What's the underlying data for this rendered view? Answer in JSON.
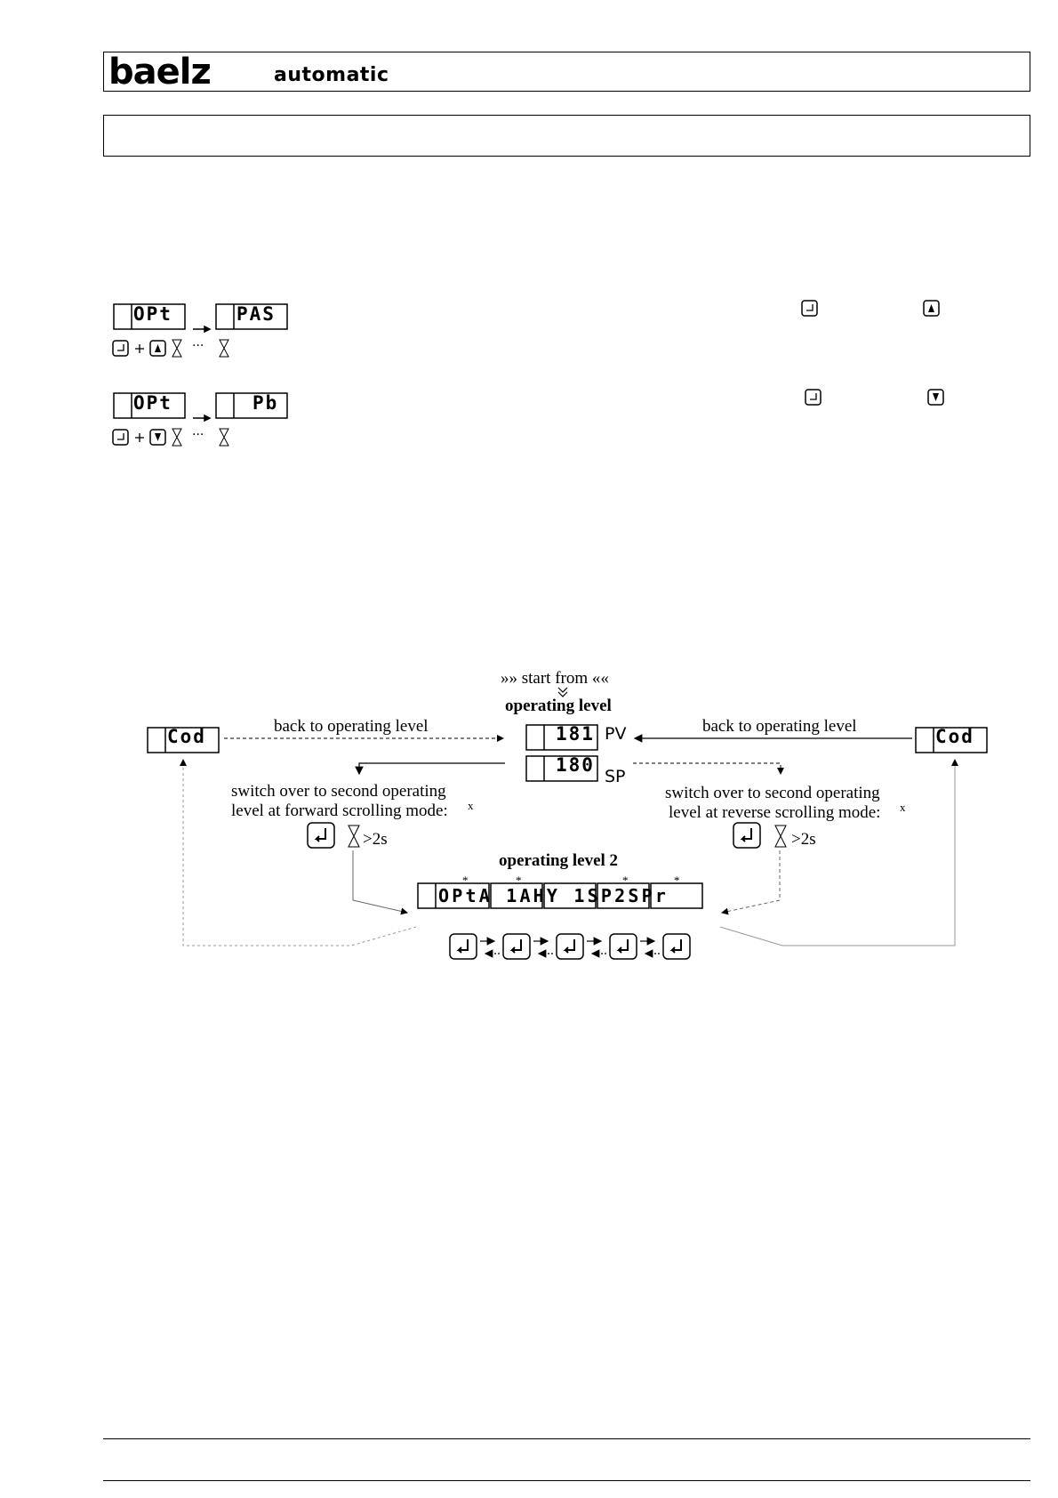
{
  "header": {
    "brand": "baelz",
    "brand_sub": "automatic"
  },
  "key_combos": {
    "combo1": {
      "display_from": "OPt",
      "display_to": "PAS"
    },
    "combo2": {
      "display_from": "OPt",
      "display_to": "Pb"
    },
    "dots": "···"
  },
  "diagram": {
    "start_label": "»»  start from  ««",
    "operating_level": "operating level",
    "pv_value": "181",
    "pv_label": "PV",
    "sp_value": "180",
    "sp_label": "SP",
    "left_code": "Cod",
    "right_code": "Cod",
    "back_left": "back to operating level",
    "back_right": "back to operating level",
    "switch_left_1": "switch over to second operating",
    "switch_left_2": "level at forward scrolling mode:",
    "switch_right_1": "switch over to second operating",
    "switch_right_2": "level at reverse scrolling mode:",
    "footnote_mark": "x",
    "hold_time": ">2s",
    "operating_level_2": "operating level 2",
    "level2_display": "OPtA 1AHY 1SP2SPr",
    "asterisk": "*"
  }
}
